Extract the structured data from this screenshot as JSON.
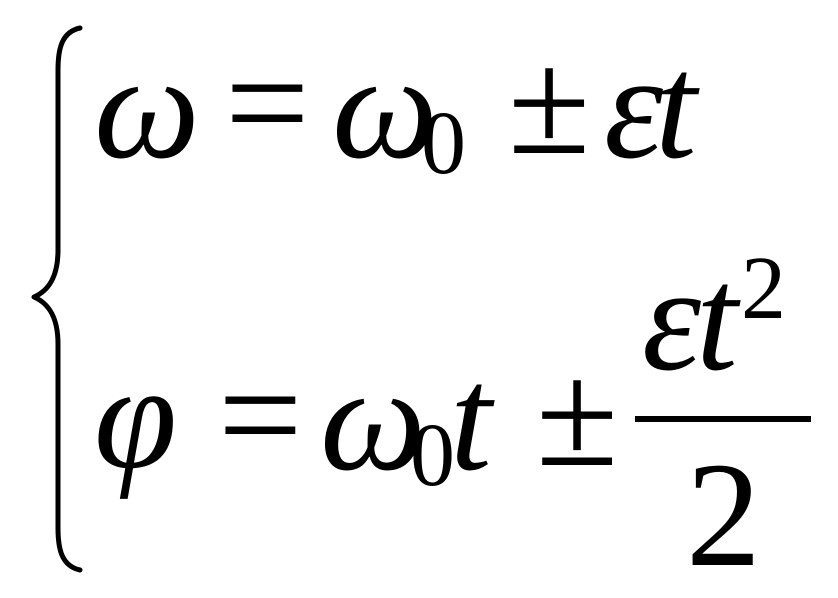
{
  "equation_system": {
    "row1": {
      "lhs": "ω",
      "equals": "=",
      "omega": "ω",
      "omega_sub": "0",
      "pm": "±",
      "epsilon": "ε",
      "t": "t"
    },
    "row2": {
      "lhs": "φ",
      "equals": "=",
      "omega": "ω",
      "omega_sub": "0",
      "t": "t",
      "pm": "±",
      "numerator_epsilon": "ε",
      "numerator_t": "t",
      "numerator_sup": "2",
      "denominator": "2"
    }
  },
  "colors": {
    "ink": "#000000",
    "background": "#ffffff"
  }
}
